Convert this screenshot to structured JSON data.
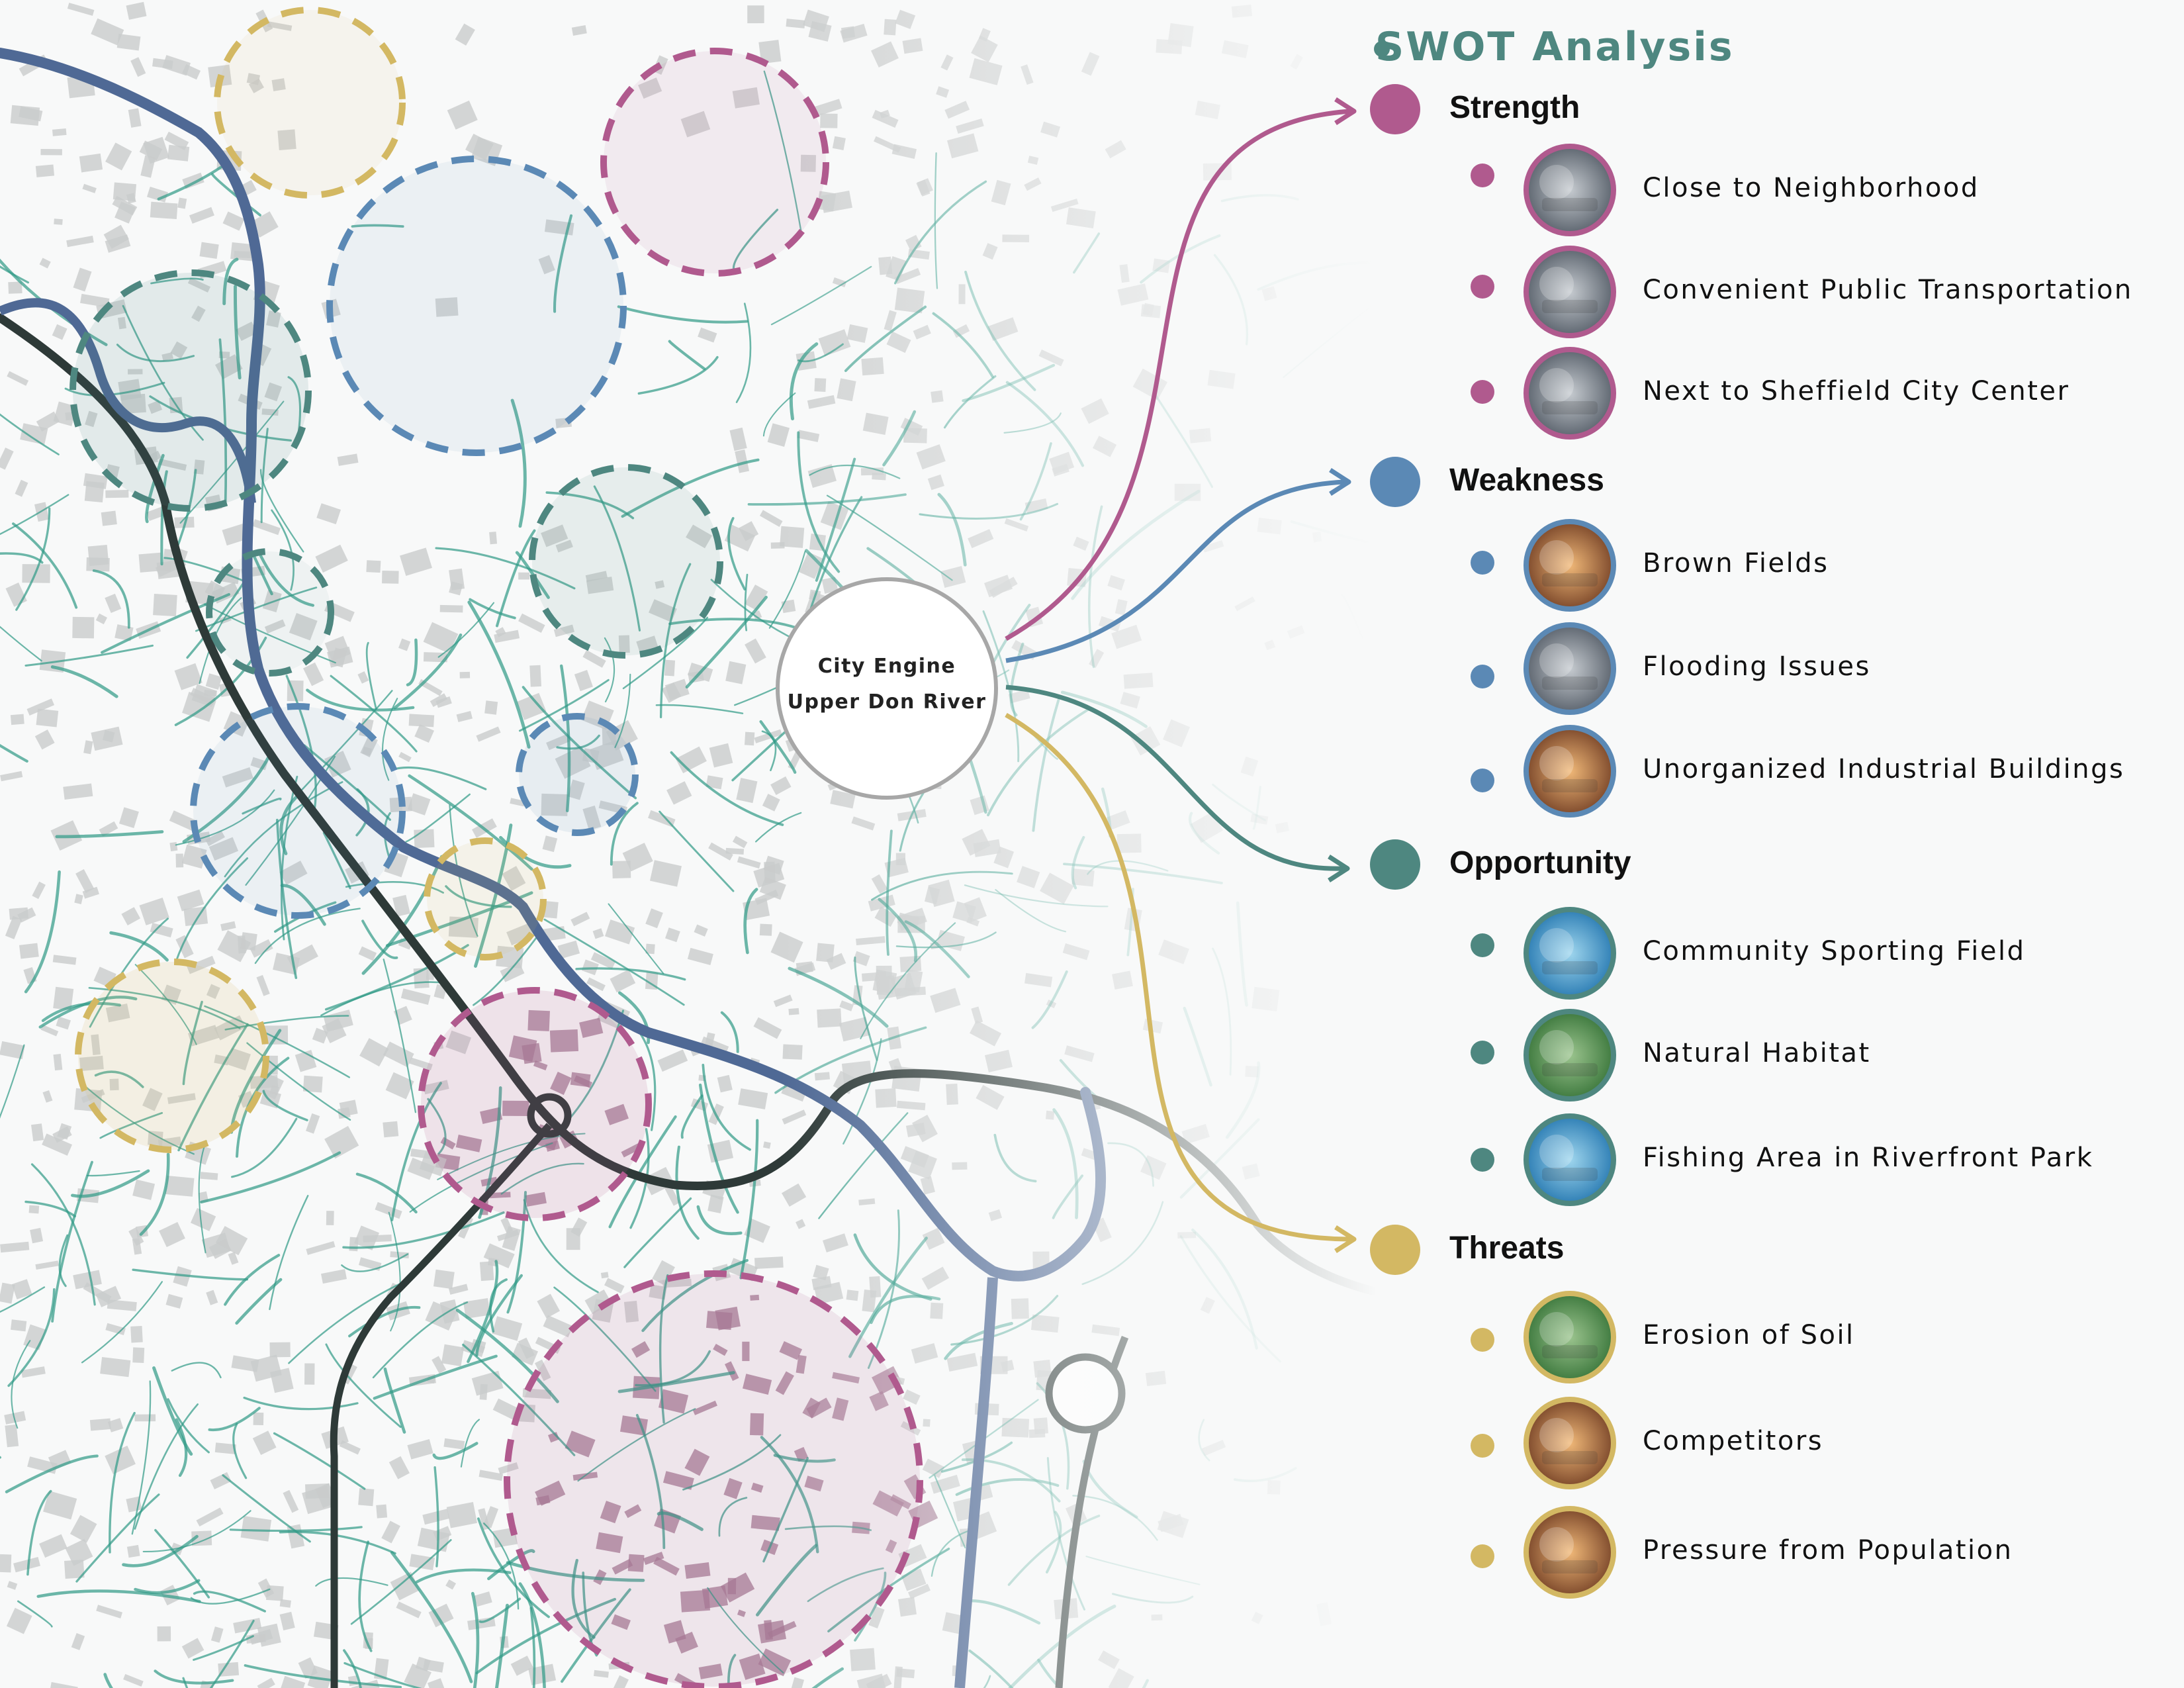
{
  "title": "SWOT Analysis",
  "center": {
    "line1": "City Engine",
    "line2": "Upper Don River"
  },
  "colors": {
    "strength": "#b05a8e",
    "weakness": "#5b89b5",
    "opportunity": "#4e8780",
    "threats": "#d3b863",
    "road": "#2f9a86",
    "river": "#4f6995",
    "highway": "#2e3a38"
  },
  "categories": [
    {
      "label": "Strength",
      "color_key": "strength",
      "items": [
        {
          "label": "Close to Neighborhood",
          "icon": "aerial-neighborhood-photo"
        },
        {
          "label": "Convenient Public Transportation",
          "icon": "bus-photo"
        },
        {
          "label": "Next to Sheffield City Center",
          "icon": "city-skyline-photo"
        }
      ]
    },
    {
      "label": "Weakness",
      "color_key": "weakness",
      "items": [
        {
          "label": "Brown Fields",
          "icon": "brownfield-photo"
        },
        {
          "label": "Flooding Issues",
          "icon": "flooded-river-photo"
        },
        {
          "label": "Unorganized Industrial Buildings",
          "icon": "industrial-building-photo"
        }
      ]
    },
    {
      "label": "Opportunity",
      "color_key": "opportunity",
      "items": [
        {
          "label": "Community Sporting Field",
          "icon": "sporting-field-photo"
        },
        {
          "label": "Natural Habitat",
          "icon": "wetland-photo"
        },
        {
          "label": "Fishing Area in Riverfront Park",
          "icon": "fishing-photo"
        }
      ]
    },
    {
      "label": "Threats",
      "color_key": "threats",
      "items": [
        {
          "label": "Erosion of Soil",
          "icon": "soil-erosion-photo"
        },
        {
          "label": "Competitors",
          "icon": "competitor-skyline-photo"
        },
        {
          "label": "Pressure from Population",
          "icon": "crowd-photo"
        }
      ]
    }
  ]
}
